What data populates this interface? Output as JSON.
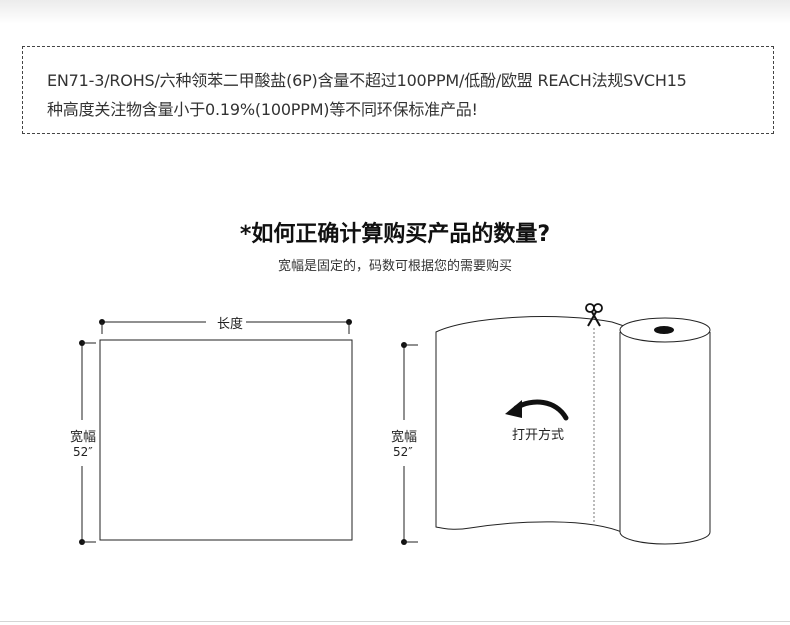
{
  "notice": {
    "line1": "EN71-3/ROHS/六种领苯二甲酸盐(6P)含量不超过100PPM/低酚/欧盟 REACH法规SVCH15",
    "line2": "种高度关注物含量小于0.19%(100PPM)等不同环保标准产品!"
  },
  "section": {
    "title": "*如何正确计算购买产品的数量?",
    "subtitle": "宽幅是固定的，码数可根据您的需要购买"
  },
  "sheet_diagram": {
    "length_label": "长度",
    "width_label": "宽幅",
    "width_value": "52″"
  },
  "roll_diagram": {
    "width_label": "宽幅",
    "width_value": "52″",
    "open_label": "打开方式",
    "scissors_icon": "scissors-icon",
    "arrow_icon": "curved-arrow-icon"
  }
}
